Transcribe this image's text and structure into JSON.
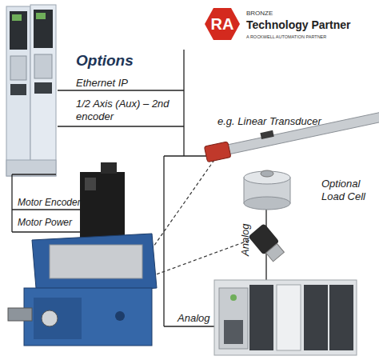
{
  "diagram": {
    "nodes": [
      {
        "text": [
          "RA"
        ]
      }
    ],
    "labels": [
      "Options",
      "Ethernet IP",
      "1/2 Axis (Aux) – 2nd encoder",
      "BRONZE",
      "Technology Partner",
      "A ROCKWELL AUTOMATION PARTNER",
      "e.g. Linear Transducer",
      "Optional Load Cell",
      "Motor Encoder",
      "Motor Power",
      "Analog",
      "Analog"
    ]
  }
}
